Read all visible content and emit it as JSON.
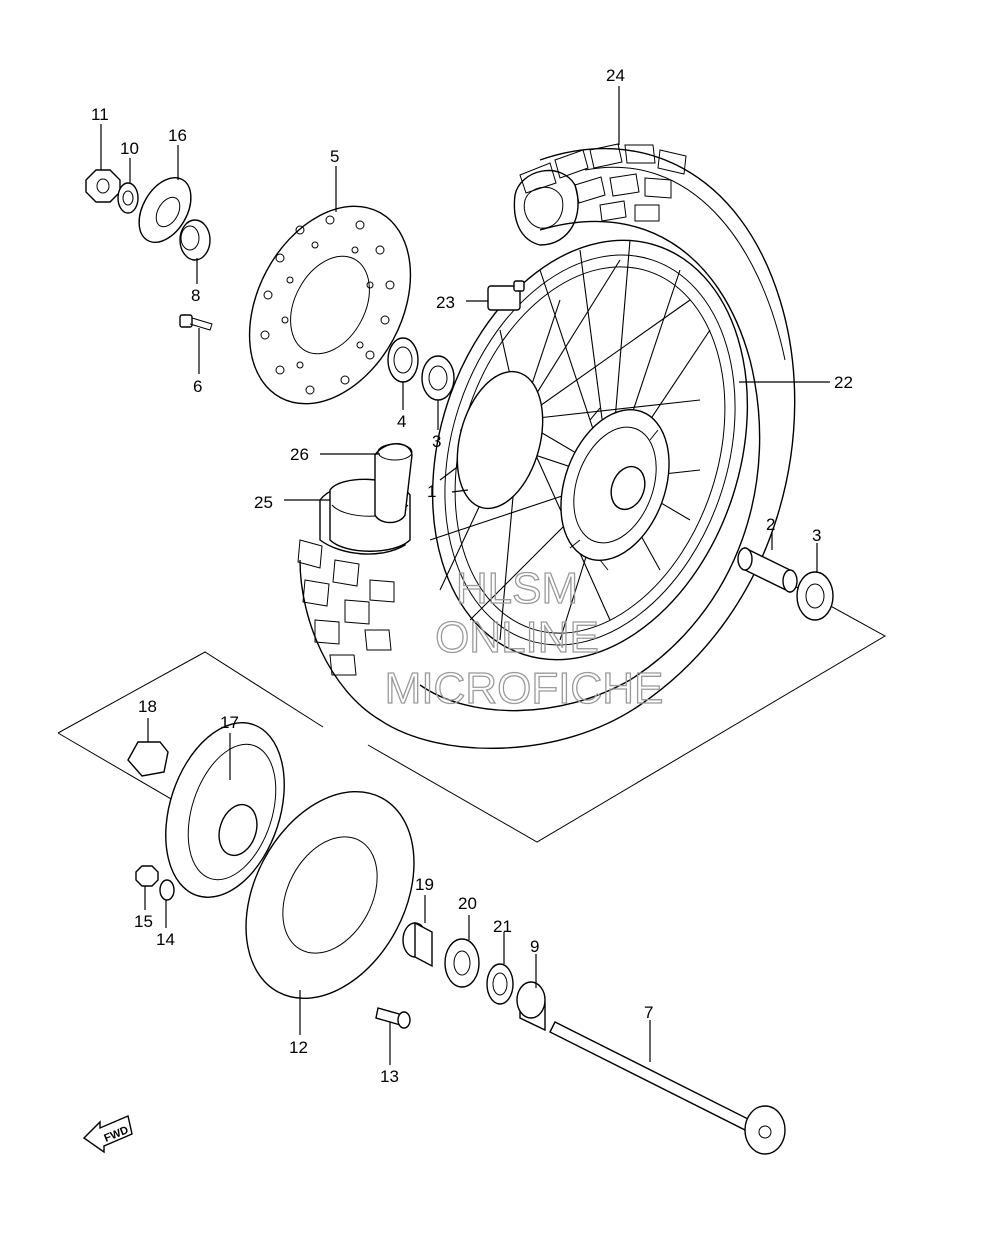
{
  "callouts": {
    "c1": "1",
    "c2": "2",
    "c3a": "3",
    "c3b": "3",
    "c4": "4",
    "c5": "5",
    "c6": "6",
    "c7": "7",
    "c8": "8",
    "c9": "9",
    "c10": "10",
    "c11": "11",
    "c12": "12",
    "c13": "13",
    "c14": "14",
    "c15": "15",
    "c16": "16",
    "c17": "17",
    "c18": "18",
    "c19": "19",
    "c20": "20",
    "c21": "21",
    "c22": "22",
    "c23": "23",
    "c24": "24",
    "c25": "25",
    "c26": "26"
  },
  "watermark": {
    "line1": "HLSM",
    "line2": "ONLINE",
    "line3": "MICROFICHE"
  },
  "fwd_label": "FWD"
}
